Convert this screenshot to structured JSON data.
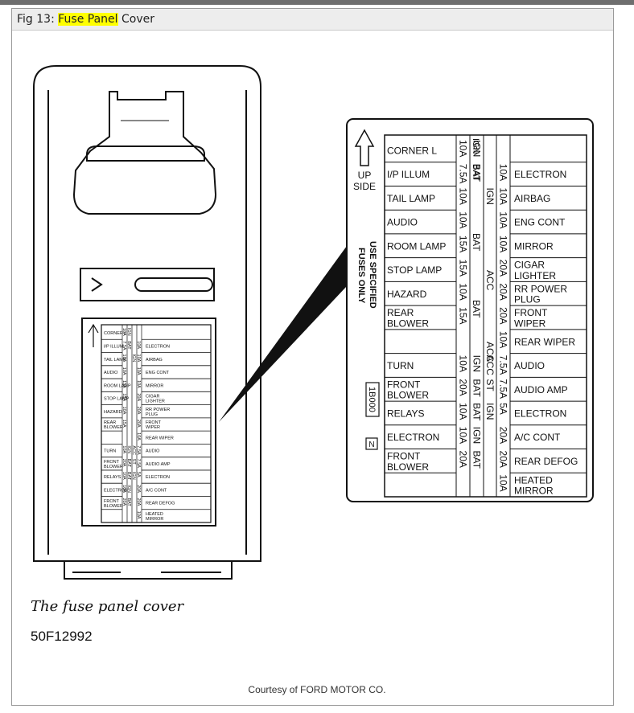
{
  "header": {
    "prefix": "Fig 13: ",
    "highlight": "Fuse Panel",
    "suffix": " Cover"
  },
  "caption": "The fuse panel cover",
  "part_number": "50F12992",
  "credit": "Courtesy of FORD MOTOR CO.",
  "label": {
    "up_side_1": "UP",
    "up_side_2": "SIDE",
    "use_specified_1": "USE SPECIFIED",
    "use_specified_2": "FUSES ONLY",
    "code": "1B000",
    "n": "N",
    "acc_mid": "ACC",
    "bat_mid": "BAT",
    "ign_top": "IGN",
    "bat_top": "BAT"
  },
  "left_rows": [
    "CORNER L",
    "I/P ILLUM",
    "TAIL LAMP",
    "AUDIO",
    "ROOM LAMP",
    "STOP LAMP",
    "HAZARD",
    "REAR BLOWER",
    "",
    "TURN",
    "FRONT BLOWER",
    "RELAYS",
    "ELECTRON",
    "FRONT BLOWER",
    ""
  ],
  "left_amps": [
    "10A",
    "7.5A",
    "10A",
    "10A",
    "15A",
    "15A",
    "10A",
    "15A",
    "",
    "10A",
    "20A",
    "10A",
    "10A",
    "20A",
    ""
  ],
  "left_src": [
    "IGN",
    "BAT",
    "",
    "",
    "",
    "",
    "",
    "",
    "",
    "IGN",
    "BAT",
    "BAT",
    "IGN",
    "BAT",
    ""
  ],
  "right_src": [
    "",
    "",
    "IGN",
    "",
    "",
    "",
    "",
    "",
    "",
    "ACC",
    "ST",
    "IGN",
    "",
    "",
    ""
  ],
  "right_amps": [
    "",
    "10A",
    "10A",
    "10A",
    "10A",
    "20A",
    "20A",
    "20A",
    "10A",
    "7.5A",
    "7.5A",
    "5A",
    "20A",
    "20A",
    "10A"
  ],
  "right_rows": [
    "",
    "ELECTRON",
    "AIRBAG",
    "ENG CONT",
    "MIRROR",
    "CIGAR LIGHTER",
    "RR POWER PLUG",
    "FRONT WIPER",
    "REAR WIPER",
    "AUDIO",
    "AUDIO AMP",
    "ELECTRON",
    "A/C CONT",
    "REAR DEFOG",
    "HEATED MIRROR"
  ]
}
